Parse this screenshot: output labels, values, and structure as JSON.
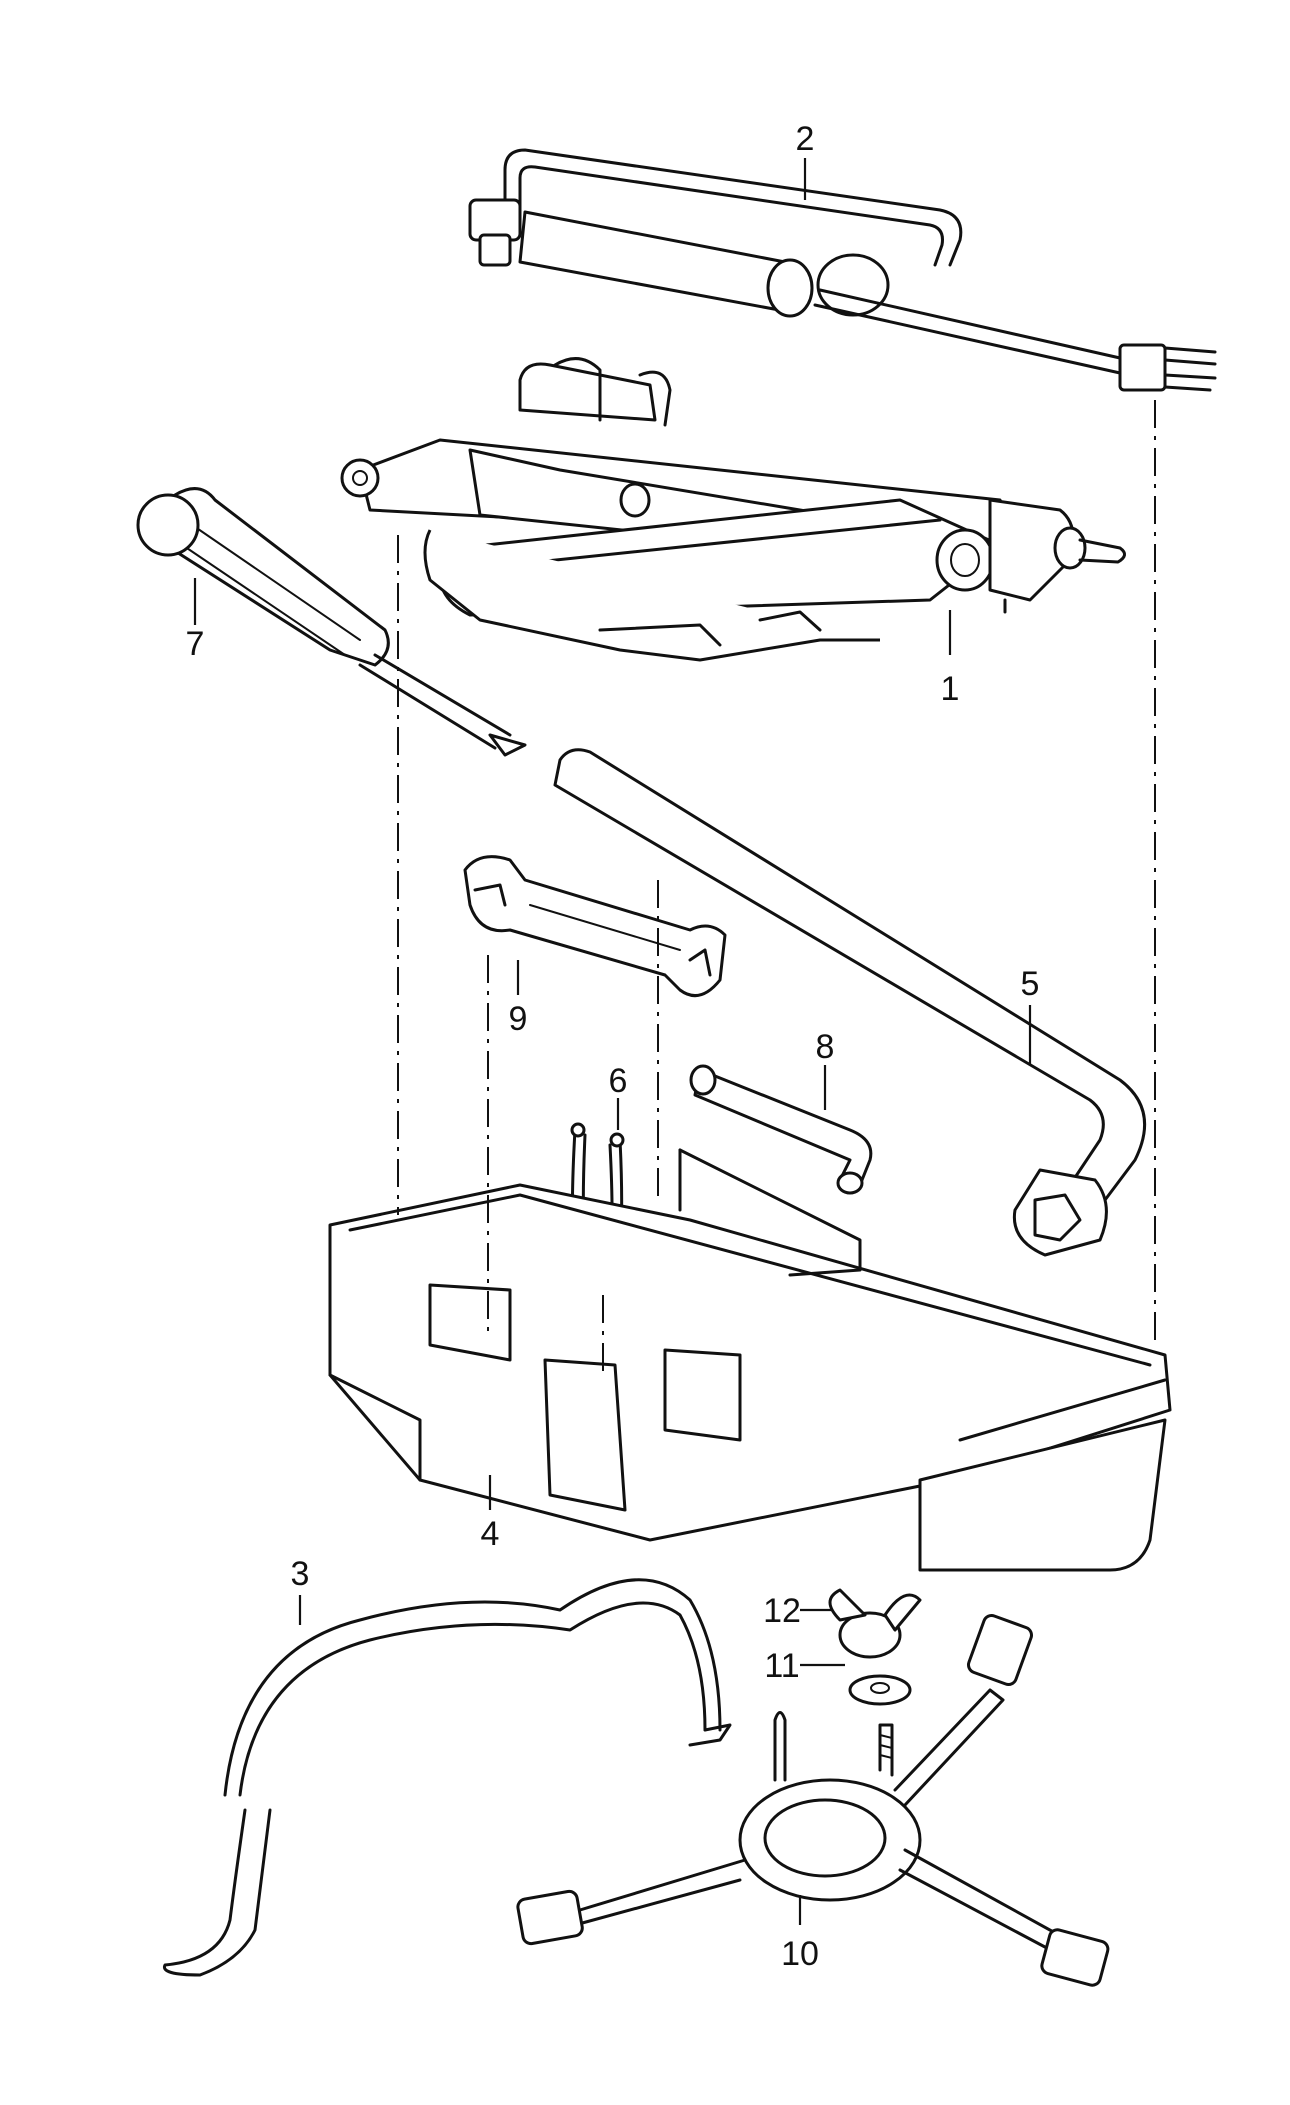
{
  "diagram": {
    "parts": [
      {
        "id": "1",
        "label": "1"
      },
      {
        "id": "2",
        "label": "2"
      },
      {
        "id": "3",
        "label": "3"
      },
      {
        "id": "4",
        "label": "4"
      },
      {
        "id": "5",
        "label": "5"
      },
      {
        "id": "6",
        "label": "6"
      },
      {
        "id": "7",
        "label": "7"
      },
      {
        "id": "8",
        "label": "8"
      },
      {
        "id": "9",
        "label": "9"
      },
      {
        "id": "10",
        "label": "10"
      },
      {
        "id": "11",
        "label": "11"
      },
      {
        "id": "12",
        "label": "12"
      }
    ],
    "colors": {
      "ink": "#111111",
      "paper": "#ffffff"
    }
  }
}
